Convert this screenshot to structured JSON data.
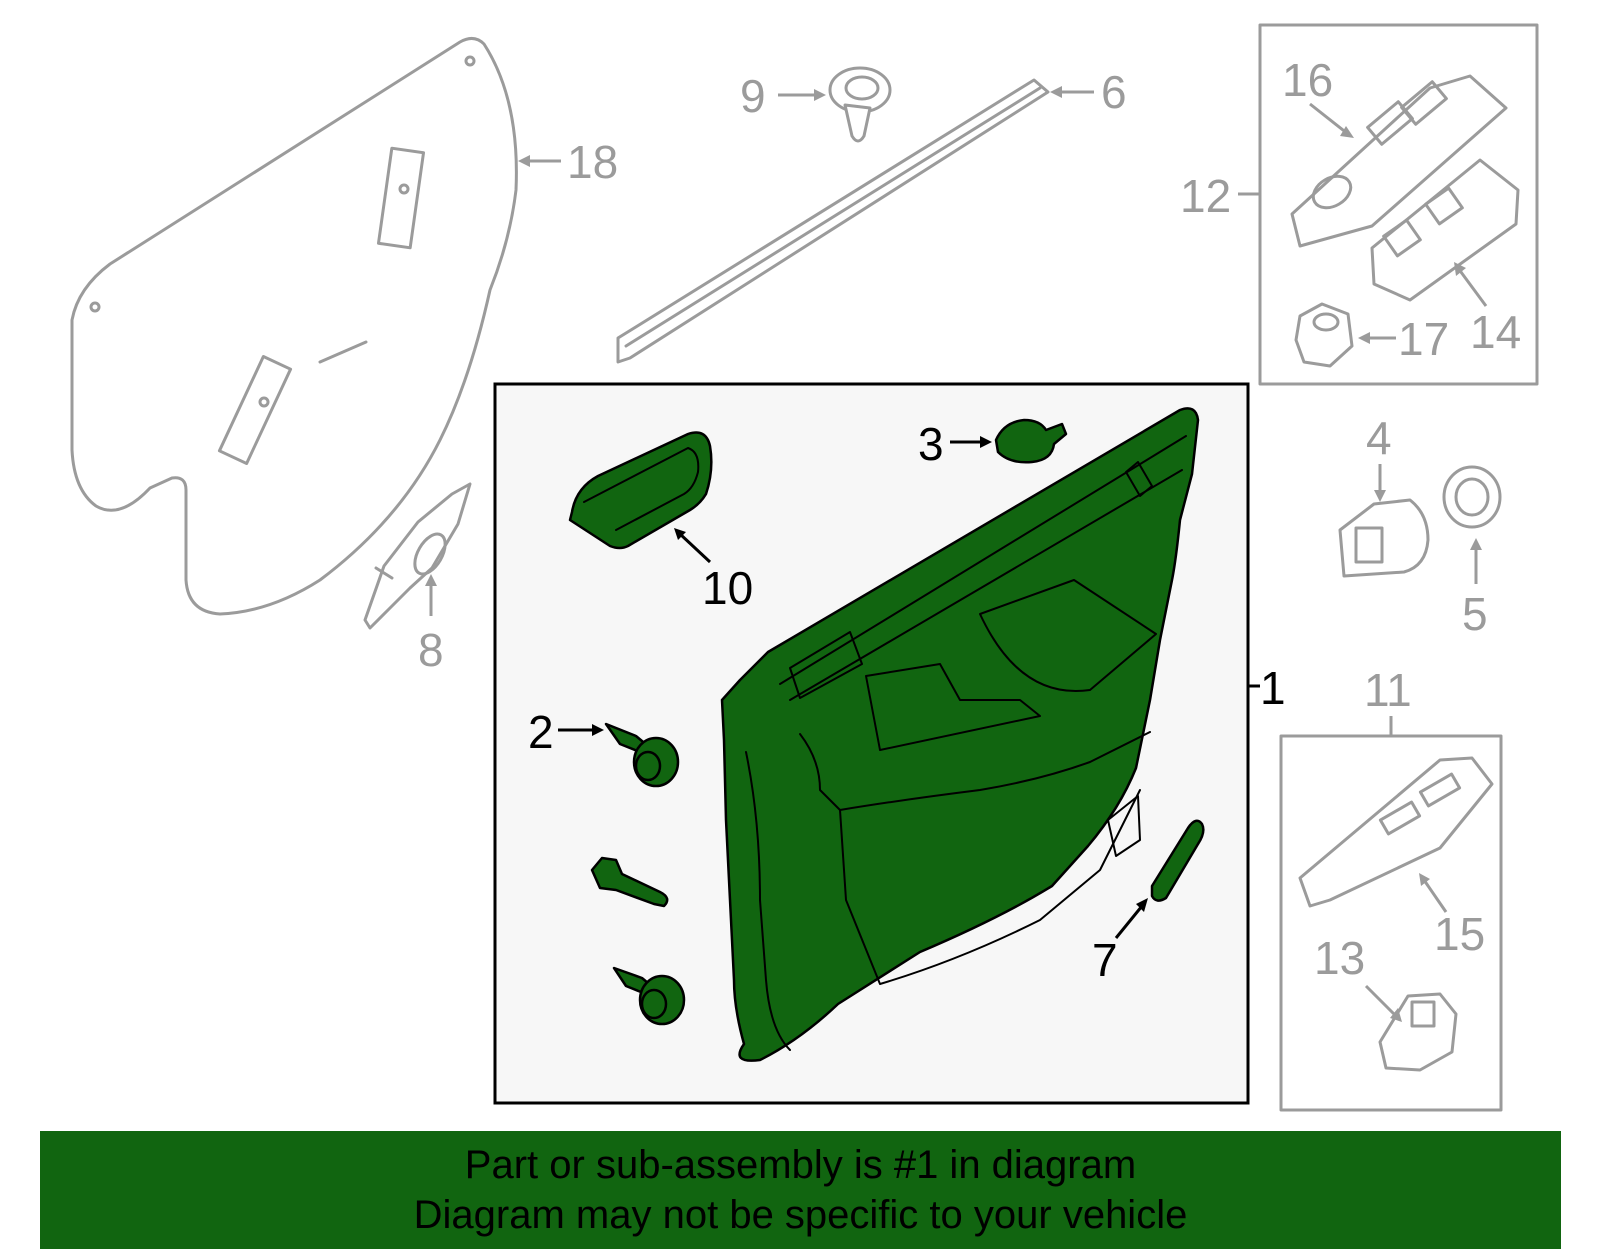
{
  "callouts": {
    "c1": "1",
    "c2": "2",
    "c3": "3",
    "c4": "4",
    "c5": "5",
    "c6": "6",
    "c7": "7",
    "c8": "8",
    "c9": "9",
    "c10": "10",
    "c11": "11",
    "c12": "12",
    "c13": "13",
    "c14": "14",
    "c15": "15",
    "c16": "16",
    "c17": "17",
    "c18": "18"
  },
  "banner": {
    "line1": "Part or sub-assembly is #1 in diagram",
    "line2": "Diagram may not be specific to your vehicle"
  },
  "colors": {
    "highlight": "#116510",
    "parts_gray": "#9b9b9b",
    "box_fill": "#f7f7f7"
  }
}
